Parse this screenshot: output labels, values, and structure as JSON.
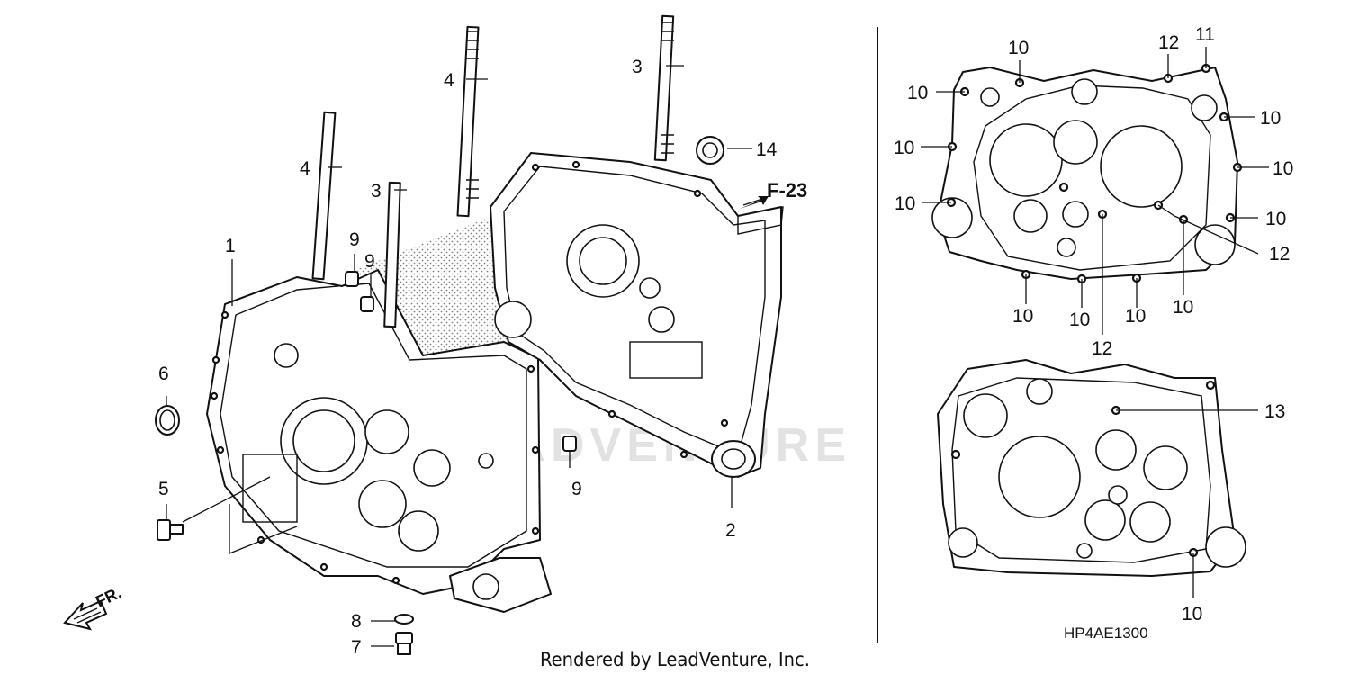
{
  "diagram": {
    "callouts": {
      "c1": "1",
      "c2": "2",
      "c3a": "3",
      "c3b": "3",
      "c4a": "4",
      "c4b": "4",
      "c5": "5",
      "c6": "6",
      "c7": "7",
      "c8": "8",
      "c9a": "9",
      "c9b": "9",
      "c9c": "9",
      "c10a": "10",
      "c10b": "10",
      "c10c": "10",
      "c10d": "10",
      "c10e": "10",
      "c10f": "10",
      "c10g": "10",
      "c10h": "10",
      "c10i": "10",
      "c10j": "10",
      "c10k": "10",
      "c10l": "10",
      "c11": "11",
      "c12a": "12",
      "c12b": "12",
      "c12c": "12",
      "c13": "13",
      "c14": "14"
    },
    "section_ref": "F-23",
    "front_label": "FR.",
    "watermark": "LEADVENTURE",
    "diagram_code": "HP4AE1300",
    "credit": "Rendered by LeadVenture, Inc."
  }
}
